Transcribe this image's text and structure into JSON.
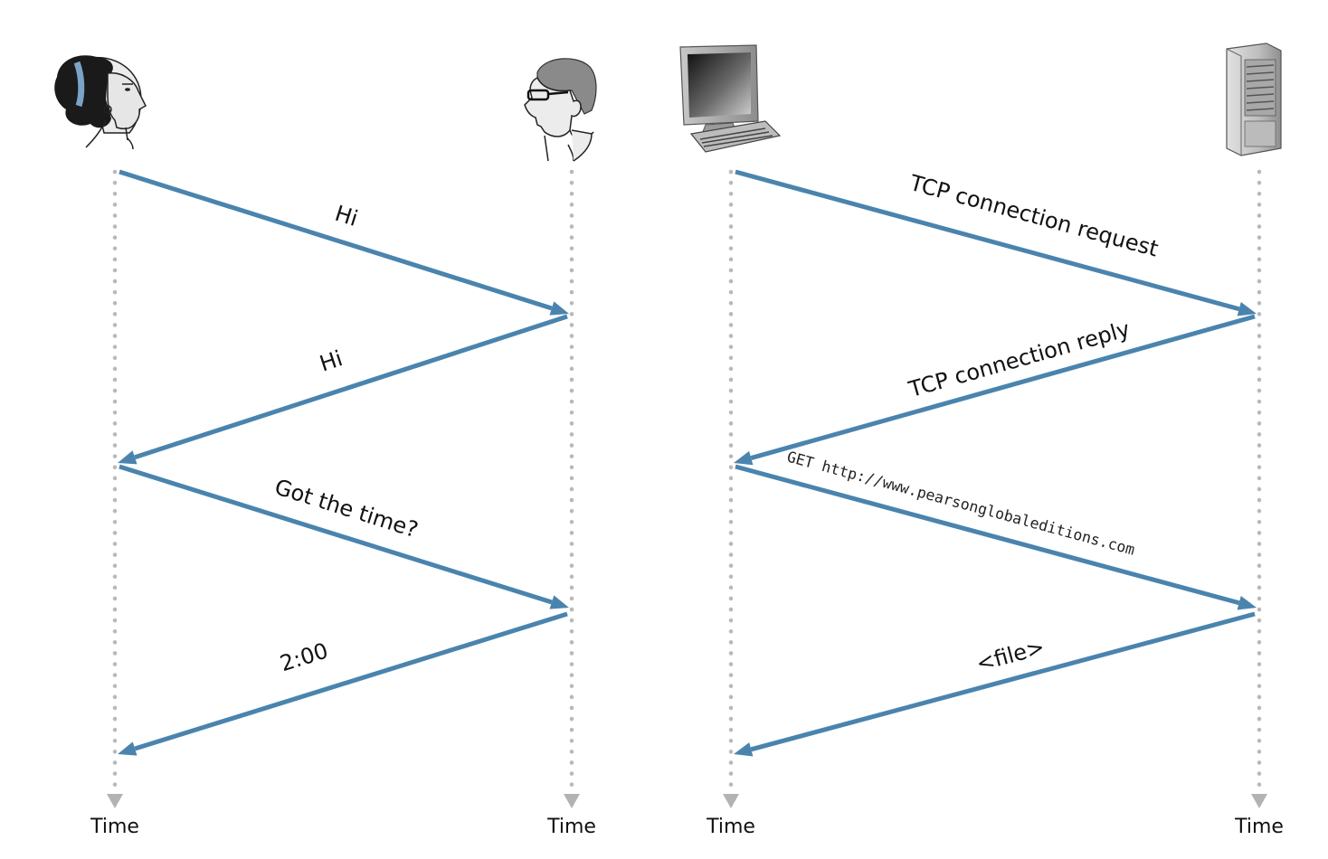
{
  "diagrams": [
    {
      "name": "human-protocol",
      "participants": [
        {
          "icon": "woman-icon",
          "time_label": "Time"
        },
        {
          "icon": "man-icon",
          "time_label": "Time"
        }
      ],
      "messages": [
        {
          "label": "Hi",
          "from": 0,
          "to": 1
        },
        {
          "label": "Hi",
          "from": 1,
          "to": 0
        },
        {
          "label": "Got the time?",
          "from": 0,
          "to": 1
        },
        {
          "label": "2:00",
          "from": 1,
          "to": 0
        }
      ]
    },
    {
      "name": "computer-network-protocol",
      "participants": [
        {
          "icon": "computer-icon",
          "time_label": "Time"
        },
        {
          "icon": "server-icon",
          "time_label": "Time"
        }
      ],
      "messages": [
        {
          "label": "TCP connection request",
          "from": 0,
          "to": 1
        },
        {
          "label": "TCP connection reply",
          "from": 1,
          "to": 0
        },
        {
          "label": "GET http://www.pearsonglobaleditions.com",
          "from": 0,
          "to": 1,
          "style": "mono"
        },
        {
          "label": "<file>",
          "from": 1,
          "to": 0
        }
      ]
    }
  ],
  "colors": {
    "message_arrow": "#4a84ae",
    "timeline": "#b9b9b9",
    "timeline_arrowhead": "#b3b3b3"
  }
}
